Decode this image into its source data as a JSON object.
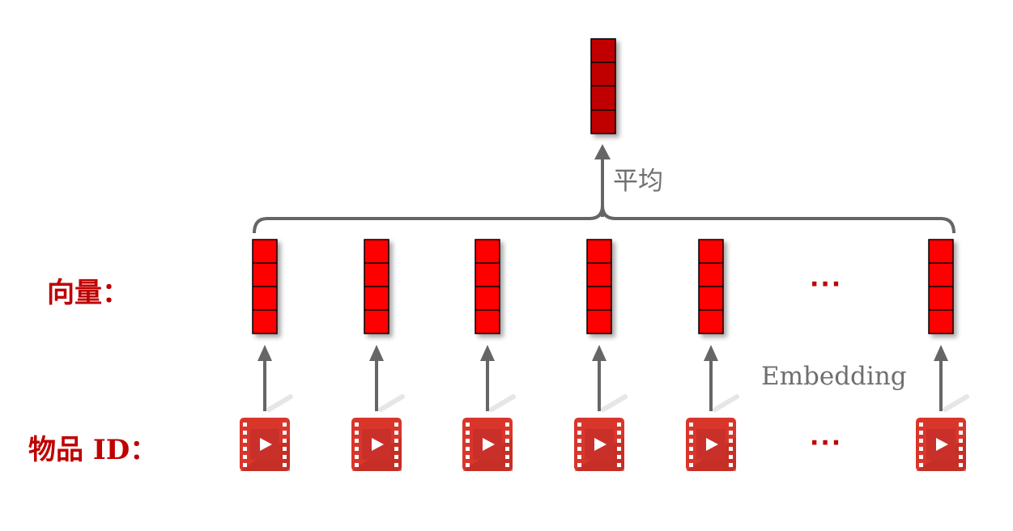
{
  "labels": {
    "vectors": "向量：",
    "item_ids": "物品 ID：",
    "average": "平均",
    "embedding": "Embedding",
    "ellipsis_vectors": "···",
    "ellipsis_items": "···"
  },
  "colors": {
    "vector_red": "#ff0000",
    "avg_vector_red": "#c00000",
    "label_red": "#c00000",
    "arrow_gray": "#666666",
    "video_icon_red": "#d9362b"
  },
  "icons": {
    "item": "video-play-icon"
  },
  "vector_cells": 4,
  "columns": 6
}
